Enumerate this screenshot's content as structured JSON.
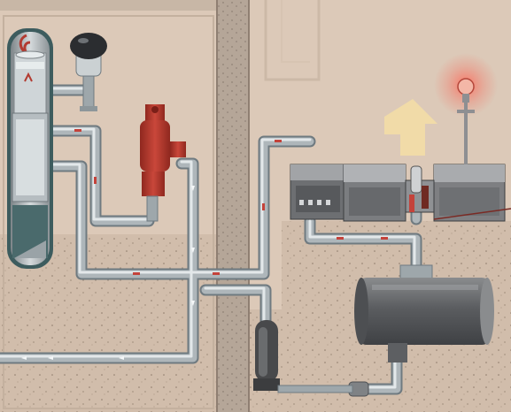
{
  "colors": {
    "wall": "#dcc9b8",
    "wall_shadow": "#c7b3a0",
    "floor": "#d2bfae",
    "partition": "#b9aa9d",
    "pipe": "#aeb6ba",
    "pipe_dark": "#6f7a80",
    "pipe_light": "#dfe5e7",
    "valve_red": "#b6392b",
    "tank_gray": "#6a6c6e",
    "metal": "#8e9093",
    "metal_light": "#b8babd",
    "bulb_glow": "#e85a4a",
    "arrow_yellow": "#f1dca6"
  },
  "components": {
    "reactor_vessel": "reactor-vessel",
    "pressurizer": "pressurizer-sphere",
    "relief_valve": "relief-valve",
    "turbine_hp": "turbine-high-pressure",
    "turbine_lp": "turbine-low-pressure",
    "generator": "generator",
    "condenser": "condenser-tank",
    "feed_pump": "feed-pump",
    "light_bulb": "light-bulb",
    "energy_arrow": "energy-output-arrow"
  }
}
